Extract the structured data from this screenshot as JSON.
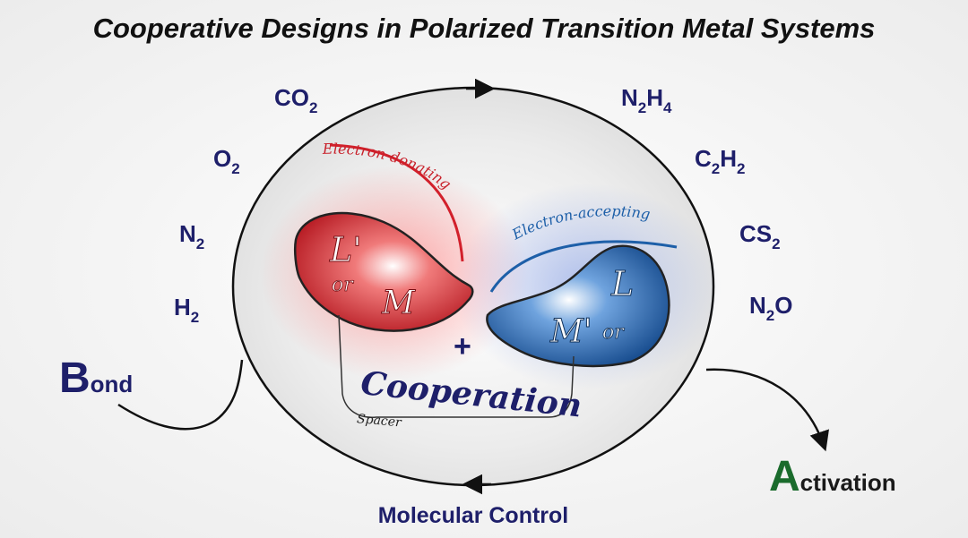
{
  "title": "Cooperative Designs in Polarized Transition Metal Systems",
  "molecules_left": [
    {
      "base": "CO",
      "sub": "2"
    },
    {
      "base": "O",
      "sub": "2"
    },
    {
      "base": "N",
      "sub": "2"
    },
    {
      "base": "H",
      "sub": "2"
    }
  ],
  "molecules_right": [
    {
      "parts": [
        [
          "N",
          ""
        ],
        [
          "2",
          "sub"
        ],
        [
          "H",
          ""
        ],
        [
          "4",
          "sub"
        ]
      ]
    },
    {
      "parts": [
        [
          "C",
          ""
        ],
        [
          "2",
          "sub"
        ],
        [
          "H",
          ""
        ],
        [
          "2",
          "sub"
        ]
      ]
    },
    {
      "parts": [
        [
          "CS",
          ""
        ],
        [
          "2",
          "sub"
        ]
      ]
    },
    {
      "parts": [
        [
          "N",
          ""
        ],
        [
          "2",
          "sub"
        ],
        [
          "O",
          ""
        ]
      ]
    }
  ],
  "bond": {
    "initial": "B",
    "rest": "ond"
  },
  "activation": {
    "initial": "A",
    "rest": "ctivation"
  },
  "molecular_control": "Molecular Control",
  "electron_donating": "Electron-donating",
  "electron_accepting": "Electron-accepting",
  "red_unit": {
    "top": "L'",
    "or": "or",
    "bottom": "M"
  },
  "blue_unit": {
    "top": "L",
    "or": "or",
    "bottom": "M'"
  },
  "plus": "+",
  "cooperation": "Cooperation",
  "spacer": "Spacer",
  "colors": {
    "navy": "#1e1f6a",
    "red": "#c8202a",
    "blue": "#1d5fa8",
    "green": "#1a6b2c",
    "dark": "#111111"
  }
}
